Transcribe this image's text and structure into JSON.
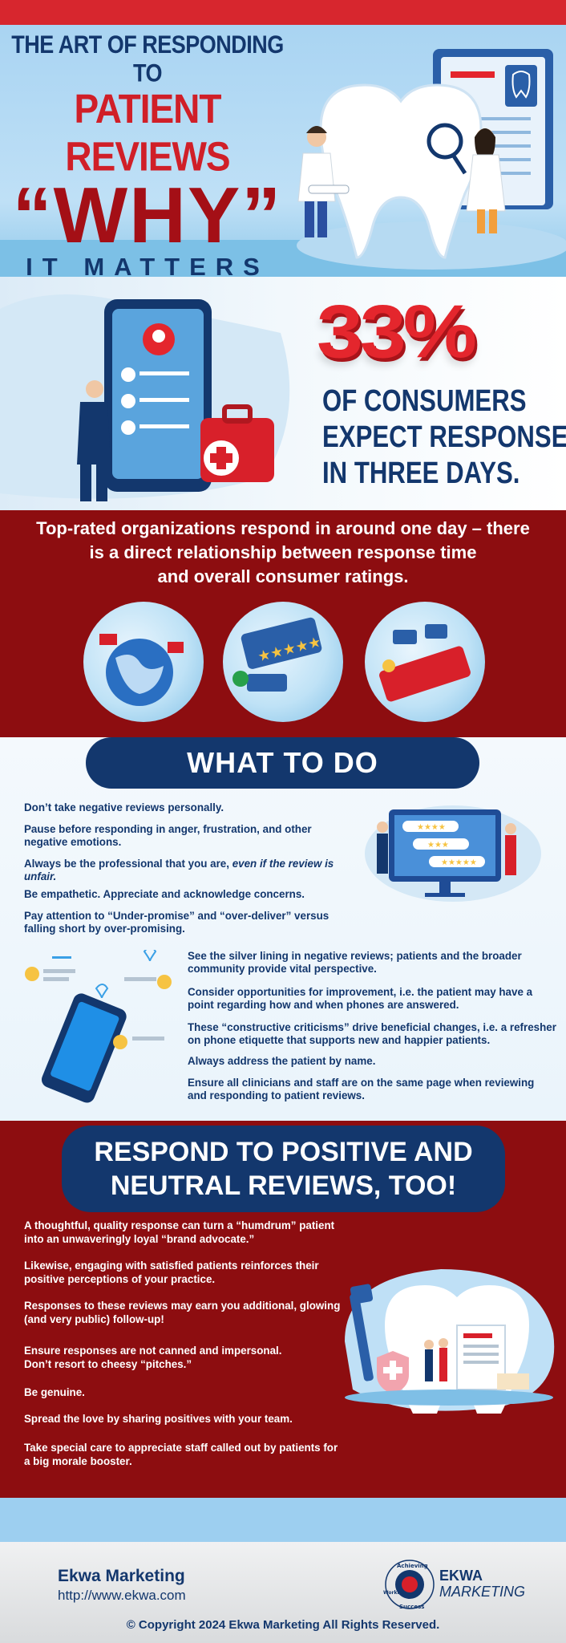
{
  "hero": {
    "line1": "THE ART OF RESPONDING TO",
    "line2": "PATIENT REVIEWS",
    "line3": "“WHY”",
    "line4": "IT MATTERS"
  },
  "stat": {
    "number": "33%",
    "lines": [
      "OF CONSUMERS",
      "EXPECT RESPONSES",
      "IN THREE DAYS."
    ]
  },
  "band1": {
    "lines": [
      "Top-rated organizations respond in around one day – there",
      "is a direct relationship between response time",
      "and overall consumer ratings."
    ]
  },
  "what_to_do": {
    "title": "WHAT TO DO",
    "left_items": [
      "Don’t take negative reviews personally.",
      "Pause before responding in anger, frustration, and other negative emotions.",
      "Always be the professional that you are,",
      "even if the review is unfair.",
      "Be empathetic. Appreciate and acknowledge concerns.",
      "Pay attention to “Under-promise” and “over-deliver” versus falling short by over-promising."
    ],
    "right_items": [
      "See the silver lining in negative reviews; patients and the broader community provide vital perspective.",
      "Consider opportunities for improvement, i.e. the patient may have a point regarding how and when phones are answered.",
      "These “constructive criticisms” drive beneficial changes, i.e. a refresher on phone etiquette that supports new and happier patients.",
      "Always address the patient by name.",
      "Ensure all clinicians and staff are on the same page when reviewing and responding to patient reviews."
    ]
  },
  "respond": {
    "title_lines": [
      "RESPOND TO POSITIVE AND",
      "NEUTRAL REVIEWS, TOO!"
    ],
    "items": [
      "A thoughtful, quality response can turn a “humdrum” patient into an unwaveringly loyal “brand advocate.”",
      "Likewise, engaging with satisfied patients reinforces their positive perceptions of your practice.",
      "Responses to these reviews may earn you additional, glowing (and very public) follow-up!",
      "Ensure responses are not canned and impersonal. Don’t resort to cheesy “pitches.”",
      "Be genuine.",
      "Spread the love by sharing positives with your team.",
      "Take special care to appreciate staff called out by patients for a big morale booster."
    ]
  },
  "footer": {
    "company": "Ekwa Marketing",
    "url": "http://www.ekwa.com",
    "copyright": "© Copyright 2024 Ekwa Marketing All Rights Reserved.",
    "logo_word1": "EKWA",
    "logo_word2": "MARKETING",
    "logo_ring_top": "Achieving",
    "logo_ring_left": "Working",
    "logo_ring_bottom": "Success"
  },
  "colors": {
    "navy": "#13376d",
    "red": "#d7262e",
    "dark_red": "#8d0d10",
    "sky": "#a9d4f2"
  }
}
